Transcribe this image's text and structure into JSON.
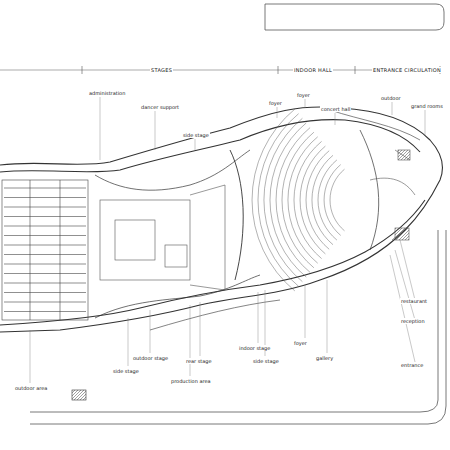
{
  "diagram": {
    "labels": [
      "STAGES",
      "INDOOR HALL",
      "ENTRANCE CIRCULATION",
      "administration",
      "dancer support",
      "side stage",
      "foyer",
      "foyer",
      "concert hall",
      "outdoor",
      "grand rooms",
      "outdoor area",
      "outdoor stage",
      "side stage",
      "rear stage",
      "production area",
      "indoor stage",
      "side stage",
      "foyer",
      "gallery",
      "restaurant",
      "reception",
      "entrance"
    ]
  }
}
